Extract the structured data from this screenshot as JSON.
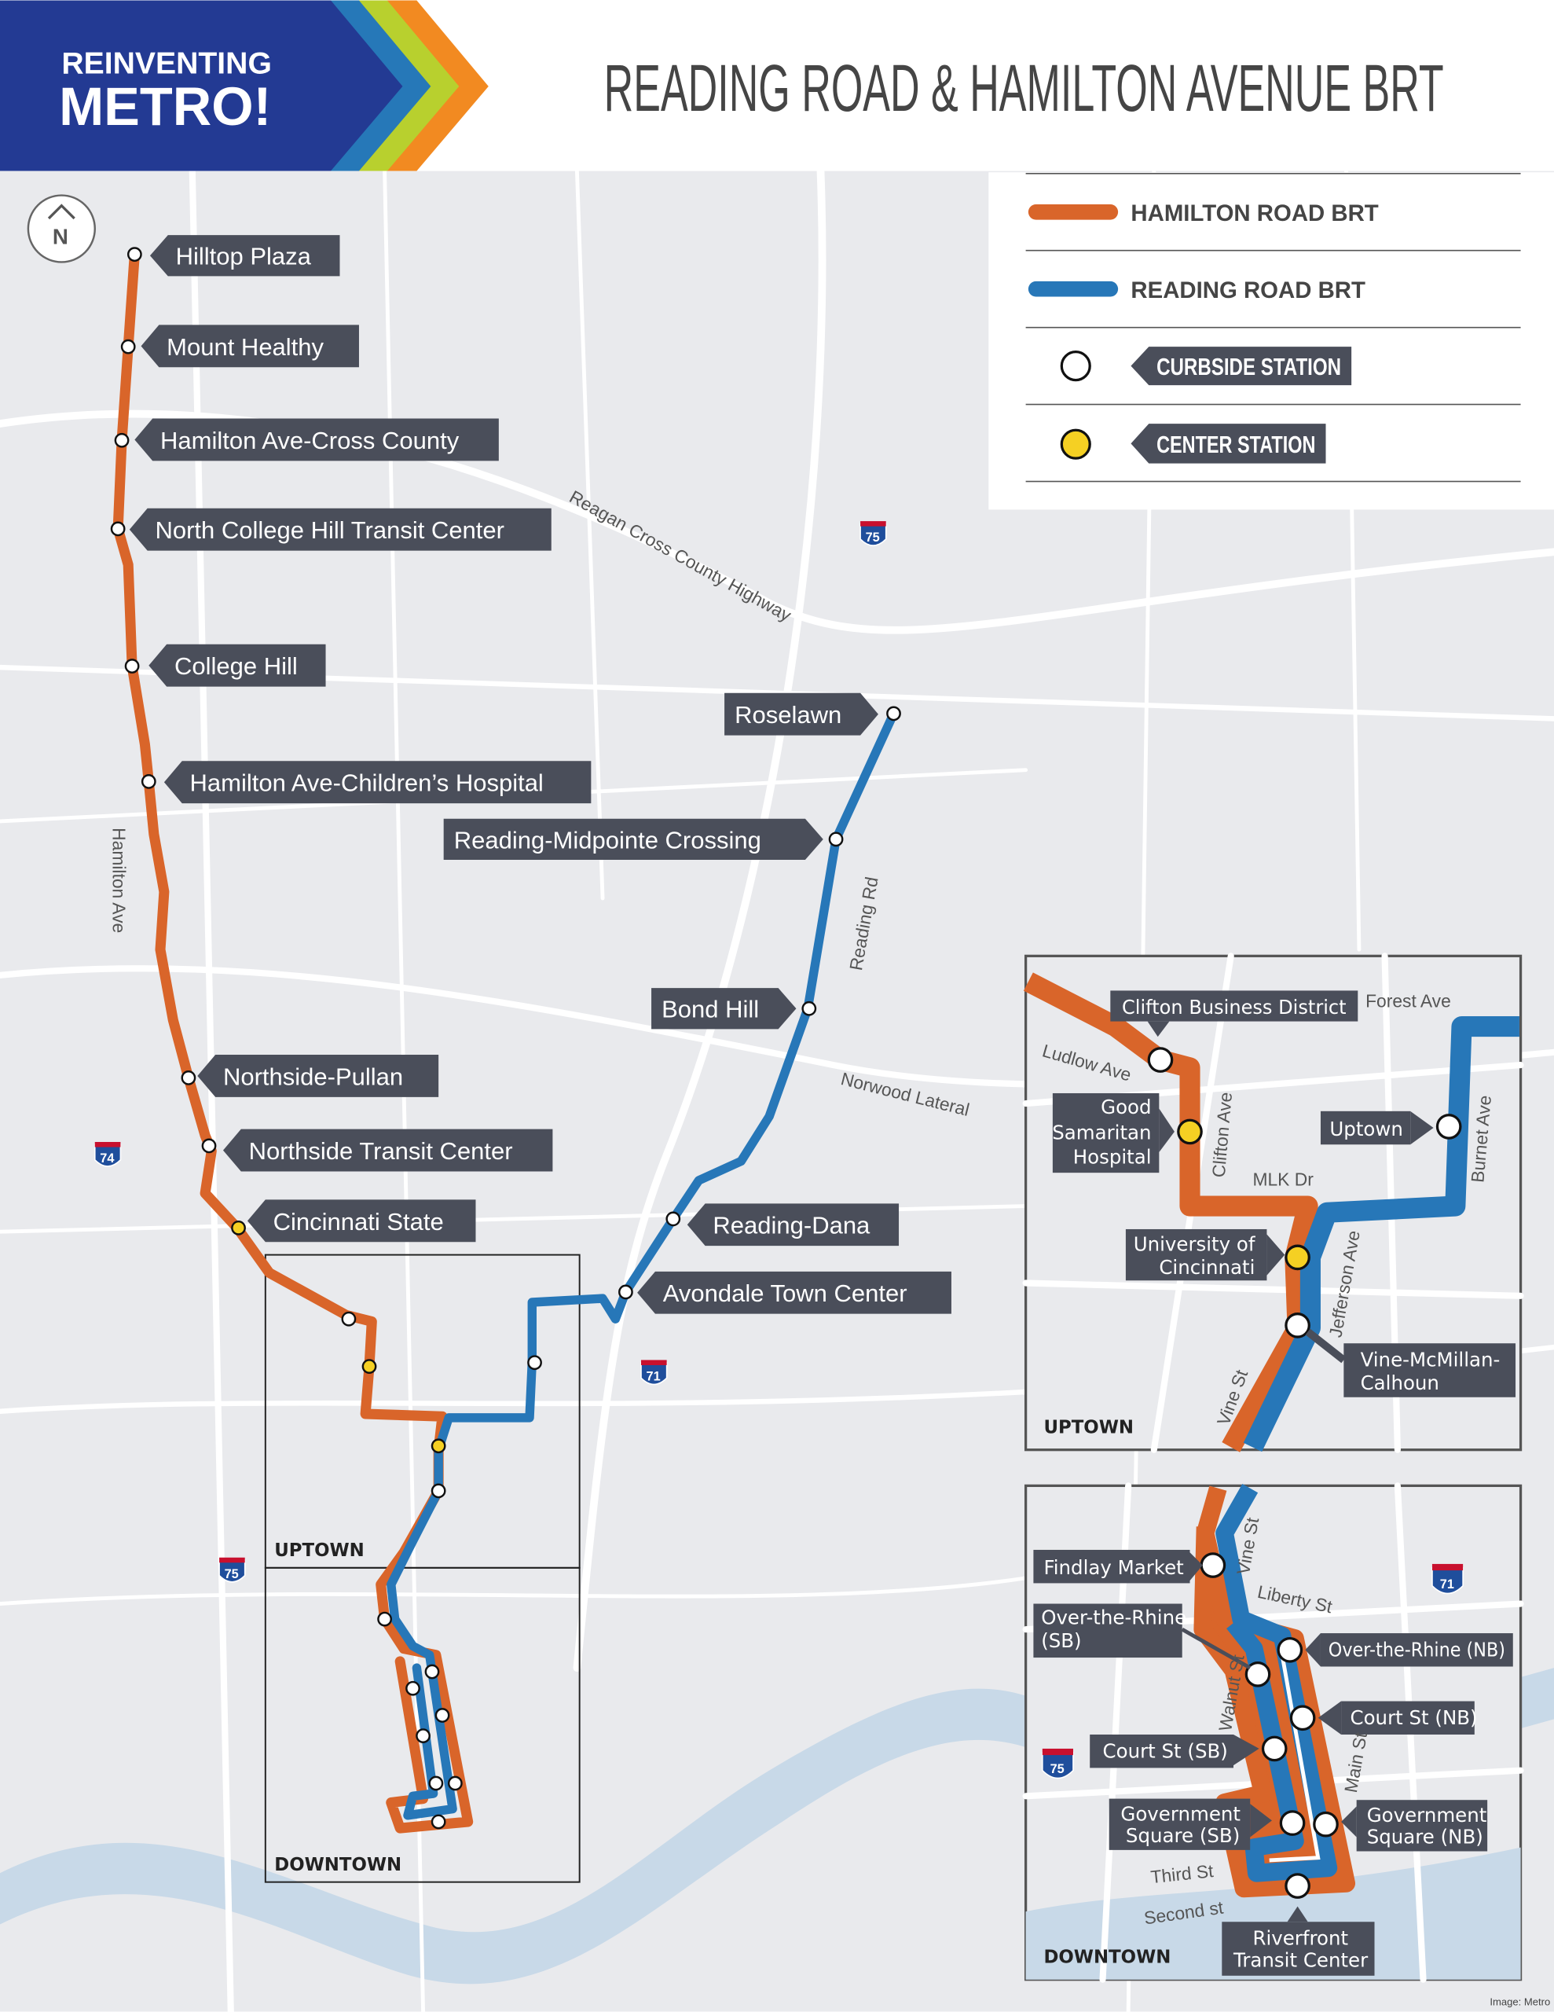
{
  "header": {
    "logo_line1": "REINVENTING",
    "logo_line2": "METRO!",
    "title": "READING ROAD & HAMILTON AVENUE BRT"
  },
  "colors": {
    "hamilton_route": "#d9652a",
    "reading_route": "#2777b8",
    "center_station": "#f5d023",
    "label_bg": "#4a4e5a",
    "logo_blue": "#233a93"
  },
  "compass": {
    "letter": "N",
    "icon": "north-arrow-icon"
  },
  "legend": {
    "hamilton": "HAMILTON ROAD BRT",
    "reading": "READING ROAD BRT",
    "curbside": "CURBSIDE STATION",
    "center": "CENTER STATION"
  },
  "stations_hamilton": [
    "Hilltop Plaza",
    "Mount Healthy",
    "Hamilton Ave-Cross County",
    "North College Hill Transit Center",
    "College Hill",
    "Hamilton Ave-Children’s Hospital",
    "Northside-Pullan",
    "Northside Transit Center",
    "Cincinnati State"
  ],
  "stations_reading": [
    "Roselawn",
    "Reading-Midpointe Crossing",
    "Bond Hill",
    "Reading-Dana",
    "Avondale Town Center"
  ],
  "roads": {
    "hamilton_ave": "Hamilton Ave",
    "reagan": "Reagan Cross County Highway",
    "reading_rd": "Reading Rd",
    "norwood": "Norwood Lateral"
  },
  "shields": [
    "75",
    "75",
    "74",
    "71"
  ],
  "regions": {
    "uptown": "UPTOWN",
    "downtown": "DOWNTOWN"
  },
  "uptown_inset": {
    "clifton": "Clifton Business District",
    "good_sam": [
      "Good",
      "Samaritan",
      "Hospital"
    ],
    "uptown": "Uptown",
    "uc": [
      "University of",
      "Cincinnati"
    ],
    "vine": [
      "Vine-McMillan-",
      "Calhoun"
    ],
    "roads": {
      "forest": "Forest Ave",
      "ludlow": "Ludlow Ave",
      "clifton": "Clifton Ave",
      "mlk": "MLK Dr",
      "burnet": "Burnet Ave",
      "jefferson": "Jefferson Ave",
      "vine": "Vine St"
    },
    "label": "UPTOWN"
  },
  "downtown_inset": {
    "findlay": "Findlay Market",
    "otr_sb": [
      "Over-the-Rhine",
      "(SB)"
    ],
    "otr_nb": "Over-the-Rhine (NB)",
    "court_nb": "Court St (NB)",
    "court_sb": "Court St (SB)",
    "gov_sb": [
      "Government",
      "Square (SB)"
    ],
    "gov_nb": [
      "Government",
      "Square (NB)"
    ],
    "riverfront": [
      "Riverfront",
      "Transit Center"
    ],
    "roads": {
      "vine": "Vine St",
      "liberty": "Liberty St",
      "walnut": "Walnut St",
      "main": "Main St",
      "third": "Third St",
      "second": "Second st"
    },
    "shields": [
      "71",
      "75"
    ],
    "label": "DOWNTOWN"
  },
  "credit": "Image: Metro"
}
